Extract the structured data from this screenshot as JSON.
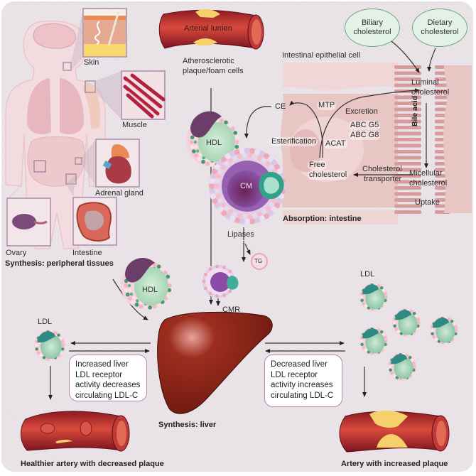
{
  "title": "Cholesterol synthesis, absorption and transport",
  "colors": {
    "background": "#e9e3e8",
    "artery_red": "#b9272c",
    "liver_brown": "#8e2418",
    "plaque_yellow": "#f3cf6a",
    "hdl_green": "#bfe0c8",
    "ldl_teal": "#2e8a83",
    "cm_purple": "#7a3c8e",
    "box_border": "#b48ab0",
    "ellipse_border": "#6aa882"
  },
  "peripheral": {
    "tissues": [
      {
        "name": "skin",
        "label": "Skin"
      },
      {
        "name": "muscle",
        "label": "Muscle"
      },
      {
        "name": "adrenal",
        "label": "Adrenal gland"
      },
      {
        "name": "ovary",
        "label": "Ovary"
      },
      {
        "name": "intestine",
        "label": "Intestine"
      }
    ],
    "heading": "Synthesis: peripheral tissues"
  },
  "top_artery": {
    "lumen_label": "Arterial lumen",
    "caption_line1": "Atherosclerotic",
    "caption_line2": "plaque/foam cells"
  },
  "intestine": {
    "cell_label": "Intestinal epithelial cell",
    "sources": [
      {
        "line1": "Biliary",
        "line2": "cholesterol"
      },
      {
        "line1": "Dietary",
        "line2": "cholesterol"
      }
    ],
    "luminal_line1": "Luminal",
    "luminal_line2": "cholesterol",
    "bile_acid": "Bile acid",
    "micellular_line1": "Micellular",
    "micellular_line2": "cholesterol",
    "uptake": "Uptake",
    "transporter_line1": "Cholesterol",
    "transporter_line2": "transporter",
    "free_line1": "Free",
    "free_line2": "cholesterol",
    "esterification": "Esterification",
    "acat": "ACAT",
    "mtp": "MTP",
    "ce": "CE",
    "excretion": "Excretion",
    "abcg5": "ABC G5",
    "abcg8": "ABC G8",
    "heading": "Absorption: intestine"
  },
  "lipoproteins": {
    "hdl": "HDL",
    "cm": "CM",
    "lipases": "Lipases",
    "tg": "TG",
    "cmr": "CMR",
    "ldl": "LDL"
  },
  "liver": {
    "heading": "Synthesis: liver"
  },
  "left_box": {
    "line1": "Increased liver",
    "line2": "LDL receptor",
    "line3": "activity decreases",
    "line4": "circulating LDL-C"
  },
  "right_box": {
    "line1": "Decreased liver",
    "line2": "LDL receptor",
    "line3": "activity increases",
    "line4": "circulating LDL-C"
  },
  "outcomes": {
    "healthy": "Healthier artery with decreased plaque",
    "plaque": "Artery with increased plaque"
  }
}
